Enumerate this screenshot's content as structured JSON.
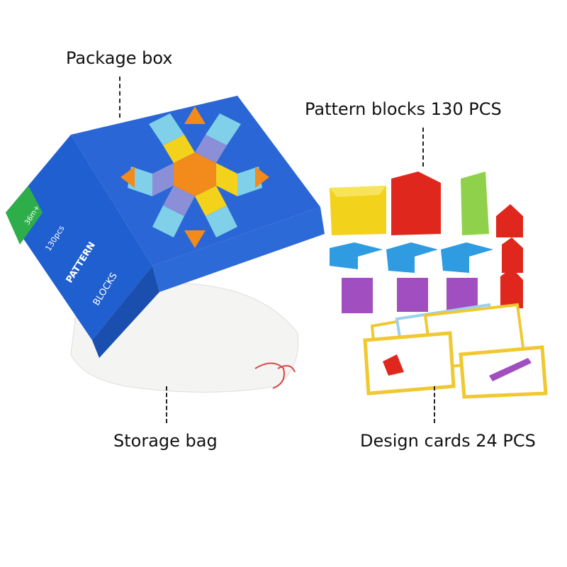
{
  "labels": {
    "package_box": "Package box",
    "pattern_blocks": "Pattern blocks 130 PCS",
    "storage_bag": "Storage bag",
    "design_cards": "Design cards 24 PCS"
  },
  "box_print": {
    "title_line1": "PATTERN",
    "title_line2": "BLOCKS",
    "count": "130pcs",
    "age": "36m+"
  },
  "colors": {
    "box_blue": "#1f5fd0",
    "box_green": "#2eae4a",
    "yellow": "#f2d21a",
    "red": "#e0271e",
    "green": "#8fd14a",
    "blue": "#2f9be0",
    "purple": "#a04ec0",
    "orange": "#f28a1c"
  }
}
